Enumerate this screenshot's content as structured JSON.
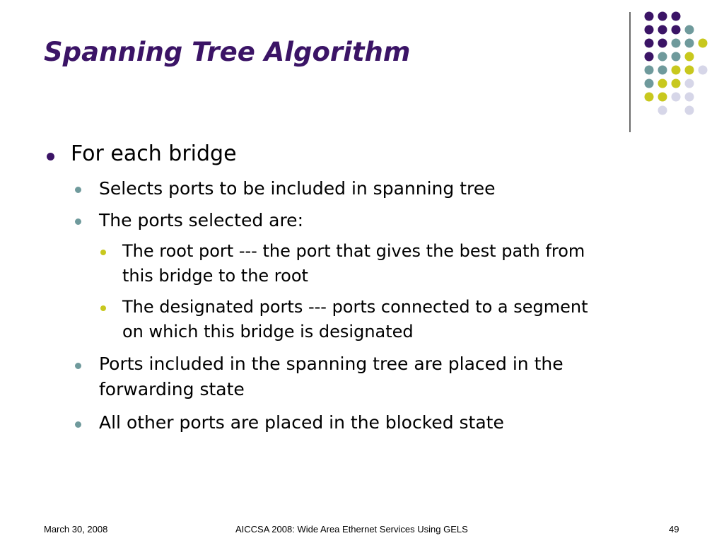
{
  "slide": {
    "title": "Spanning Tree Algorithm",
    "colors": {
      "title": "#3b1466",
      "purple": "#3b1466",
      "teal": "#6f9a9c",
      "yellow": "#c8c81e",
      "lavender": "#d6d6e8"
    },
    "bullets": {
      "level1": [
        {
          "text": "For each bridge"
        }
      ],
      "level2": [
        {
          "text": "Selects ports to be included in spanning tree"
        },
        {
          "text": "The ports selected are:"
        },
        {
          "line1": "Ports included in the spanning tree are placed in the",
          "line2": "forwarding state"
        },
        {
          "text": "All other ports are placed in the blocked state"
        }
      ],
      "level3": [
        {
          "line1": "The root port --- the port that gives the best path from",
          "line2": "this bridge to the root"
        },
        {
          "line1": "The designated ports --- ports connected to a segment",
          "line2": "on which this bridge is designated"
        }
      ]
    },
    "footer": {
      "date": "March 30, 2008",
      "center": "AICCSA 2008: Wide Area Ethernet Services Using GELS",
      "page": "49"
    }
  }
}
